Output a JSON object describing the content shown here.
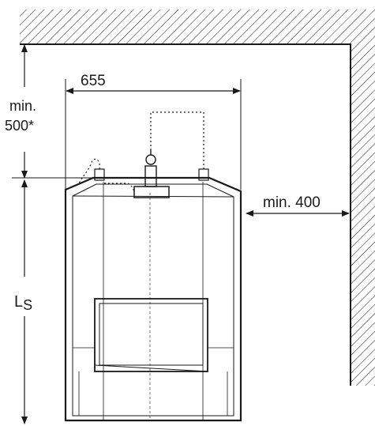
{
  "diagram": {
    "width_dimension": "655",
    "top_clearance_line1": "min.",
    "top_clearance_line2": "500*",
    "side_clearance": "min. 400",
    "height_symbol_main": "L",
    "height_symbol_sub": "S"
  },
  "colors": {
    "ink": "#1a1a1a",
    "background": "#ffffff"
  }
}
